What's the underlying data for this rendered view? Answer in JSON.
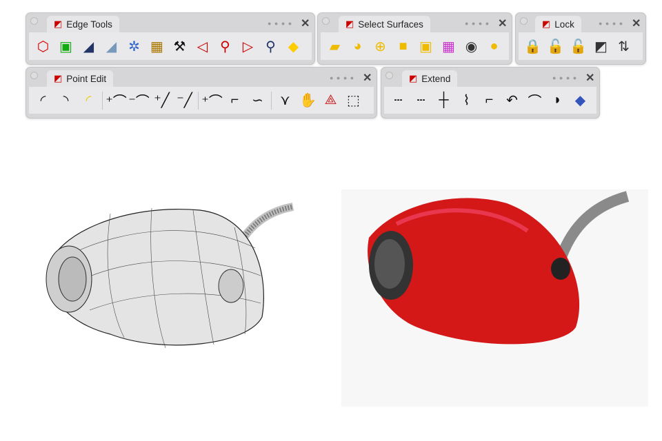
{
  "toolbars": [
    {
      "title": "Edge Tools",
      "tab_icon": "edge-tools-icon",
      "icons": [
        {
          "name": "show-edges-icon",
          "g": "⬡",
          "c": "#d00"
        },
        {
          "name": "show-naked-edges-icon",
          "g": "▣",
          "c": "#1a1"
        },
        {
          "name": "split-edge-icon",
          "g": "◢",
          "c": "#236"
        },
        {
          "name": "merge-edge-icon",
          "g": "◢",
          "c": "#79b"
        },
        {
          "name": "join-edges-icon",
          "g": "✲",
          "c": "#36c"
        },
        {
          "name": "rebuild-edges-icon",
          "g": "▦",
          "c": "#a70"
        },
        {
          "name": "repair-icon",
          "g": "⚒",
          "c": "#111"
        },
        {
          "name": "select-edge-curve-icon",
          "g": "◁",
          "c": "#c00"
        },
        {
          "name": "zoom-edge-icon",
          "g": "⚲",
          "c": "#c00"
        },
        {
          "name": "next-edge-icon",
          "g": "▷",
          "c": "#c00"
        },
        {
          "name": "find-edge-icon",
          "g": "⚲",
          "c": "#236"
        },
        {
          "name": "untrim-edge-icon",
          "g": "◆",
          "c": "#fc0"
        }
      ]
    },
    {
      "title": "Select Surfaces",
      "tab_icon": "select-surfaces-icon",
      "icons": [
        {
          "name": "select-surfaces-icon",
          "g": "▰",
          "c": "#eb0"
        },
        {
          "name": "select-polysurfaces-icon",
          "g": "◕",
          "c": "#eb0"
        },
        {
          "name": "select-closed-polysurfaces-icon",
          "g": "⊕",
          "c": "#eb0"
        },
        {
          "name": "select-trimmed-surfaces-icon",
          "g": "■",
          "c": "#eb0"
        },
        {
          "name": "select-untrimmed-surfaces-icon",
          "g": "▣",
          "c": "#eb0"
        },
        {
          "name": "select-color-icon",
          "g": "▦",
          "c": "#c3c"
        },
        {
          "name": "select-visible-icon",
          "g": "◉",
          "c": "#333"
        },
        {
          "name": "select-bad-objects-icon",
          "g": "●",
          "c": "#eb0"
        }
      ]
    },
    {
      "title": "Lock",
      "tab_icon": "lock-icon",
      "icons": [
        {
          "name": "lock-icon",
          "g": "🔒",
          "c": "#333"
        },
        {
          "name": "unlock-icon",
          "g": "🔓",
          "c": "#333"
        },
        {
          "name": "unlock-selected-icon",
          "g": "🔓",
          "c": "#e90"
        },
        {
          "name": "lock-swap-icon",
          "g": "◩",
          "c": "#333"
        },
        {
          "name": "lock-invert-icon",
          "g": "⇅",
          "c": "#333"
        }
      ]
    },
    {
      "title": "Point Edit",
      "tab_icon": "point-edit-icon",
      "icons": [
        {
          "name": "control-points-on-icon",
          "g": "◜",
          "c": "#111"
        },
        {
          "name": "edit-points-on-icon",
          "g": "◝",
          "c": "#111"
        },
        {
          "name": "control-points-off-icon",
          "g": "◜",
          "c": "#ec0"
        },
        {
          "sep": true
        },
        {
          "name": "insert-knot-icon",
          "g": "⁺⌒",
          "c": "#111"
        },
        {
          "name": "remove-knot-icon",
          "g": "⁻⌒",
          "c": "#111"
        },
        {
          "name": "insert-point-icon",
          "g": "⁺╱",
          "c": "#111"
        },
        {
          "name": "remove-point-icon",
          "g": "⁻╱",
          "c": "#111"
        },
        {
          "sep": true
        },
        {
          "name": "insert-kink-icon",
          "g": "⁺⌒",
          "c": "#111"
        },
        {
          "name": "handlebar-icon",
          "g": "⌐",
          "c": "#111"
        },
        {
          "name": "adjust-end-bulge-icon",
          "g": "∽",
          "c": "#111"
        },
        {
          "sep": true
        },
        {
          "name": "move-uvn-icon",
          "g": "⋎",
          "c": "#111"
        },
        {
          "name": "nudge-icon",
          "g": "✋",
          "c": "#333"
        },
        {
          "name": "gumball-icon",
          "g": "⟁",
          "c": "#c22"
        },
        {
          "name": "cage-edit-icon",
          "g": "⬚",
          "c": "#111"
        }
      ]
    },
    {
      "title": "Extend",
      "tab_icon": "extend-icon",
      "icons": [
        {
          "name": "extend-curve-icon",
          "g": "┄",
          "c": "#111"
        },
        {
          "name": "extend-curve-arc-icon",
          "g": "┄",
          "c": "#111"
        },
        {
          "name": "extend-to-boundary-icon",
          "g": "┼",
          "c": "#111"
        },
        {
          "name": "extend-curve-on-surface-icon",
          "g": "⌇",
          "c": "#111"
        },
        {
          "name": "extend-smooth-icon",
          "g": "⌐",
          "c": "#111"
        },
        {
          "name": "extend-arc-icon",
          "g": "↶",
          "c": "#111"
        },
        {
          "name": "extend-arc-center-icon",
          "g": "⌒",
          "c": "#111"
        },
        {
          "name": "extend-by-arc-icon",
          "g": "◗",
          "c": "#111"
        },
        {
          "name": "extend-surface-icon",
          "g": "◆",
          "c": "#35b"
        }
      ]
    }
  ],
  "colors": {
    "panel": "#d6d6d8",
    "tab": "#e6e6e8",
    "body_red": "#d41818"
  }
}
